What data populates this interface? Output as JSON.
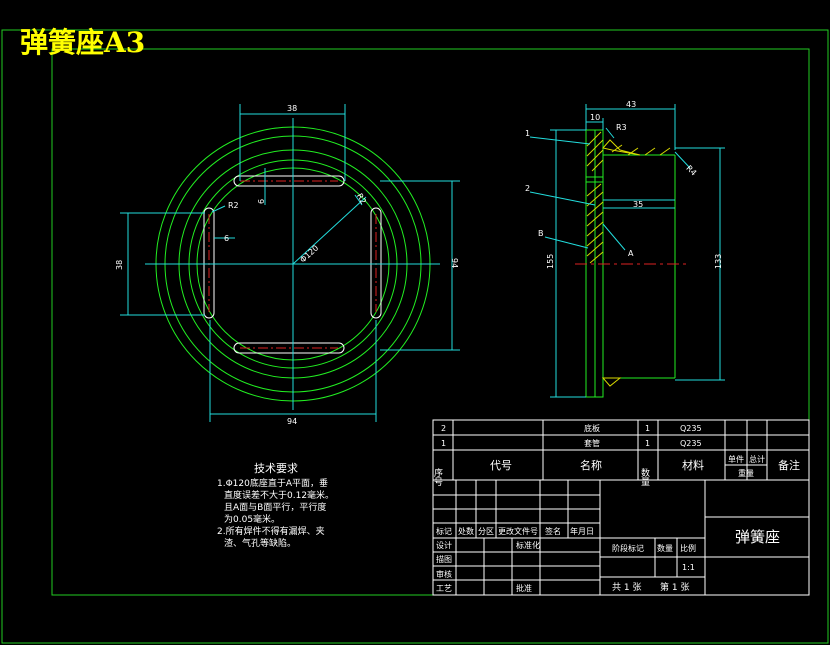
{
  "title": "弹簧座A3",
  "colors": {
    "background": "#000000",
    "frame": "#22cc22",
    "geometry": "#22ee22",
    "dimension": "#22dddd",
    "centerline": "#dd2222",
    "hatch": "#d8d800",
    "text_white": "#ffffff",
    "title_yellow": "#ffff00"
  },
  "front_view": {
    "dim_top": "38",
    "dim_left": "38",
    "dim_right": "94",
    "dim_bottom": "94",
    "dim_r2_left": "R2",
    "dim_r2_right": "R2",
    "dim_6": "6",
    "dim_6b": "6",
    "dim_dia": "Φ120"
  },
  "side_view": {
    "dim_top": "43",
    "dim_10": "10",
    "dim_r3": "R3",
    "dim_r4": "R4",
    "dim_35": "35",
    "dim_155": "155",
    "dim_133": "133",
    "leader_1": "1",
    "leader_2": "2",
    "leader_b": "B",
    "leader_a": "A"
  },
  "notes": {
    "heading": "技术要求",
    "lines": [
      "1.Φ120底座直于A平面，垂",
      "直度误差不大于0.12毫米。",
      "且A面与B面平行，平行度",
      "为0.05毫米。",
      "2.所有焊件不得有漏焊、夹",
      "渣、气孔等缺陷。"
    ]
  },
  "bom": {
    "rows": [
      {
        "seq": "2",
        "name": "底板",
        "qty": "1",
        "material": "Q235"
      },
      {
        "seq": "1",
        "name": "套管",
        "qty": "1",
        "material": "Q235"
      }
    ],
    "header": {
      "seq": "序号",
      "code": "代号",
      "name": "名称",
      "qty": "数量",
      "material": "材料",
      "unit": "单件",
      "total": "总计",
      "weight": "重量",
      "remark": "备注"
    }
  },
  "title_block": {
    "part_name": "弹簧座",
    "rev_headers": [
      "标记",
      "处数",
      "分区",
      "更改文件号",
      "签名",
      "年月日"
    ],
    "roles": [
      "设计",
      "描图",
      "审核",
      "工艺"
    ],
    "std": "标准化",
    "approve": "批准",
    "stage_mark": "阶段标记",
    "weight": "数量",
    "scale_label": "比例",
    "scale_value": "1:1",
    "sheets": "共 1 张",
    "sheet_no": "第 1 张"
  }
}
